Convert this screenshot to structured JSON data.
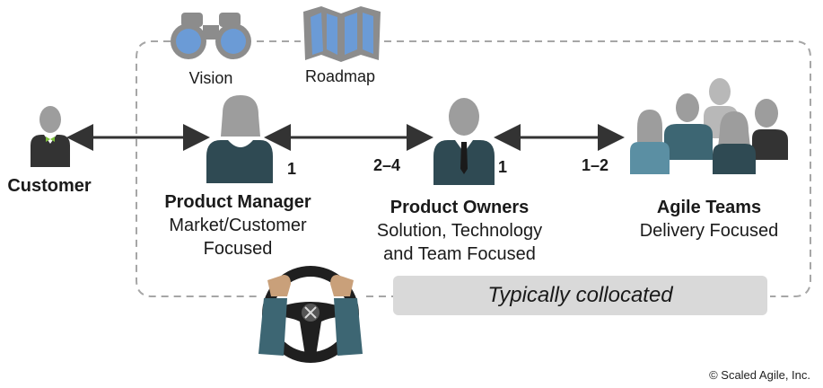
{
  "vision_label": "Vision",
  "roadmap_label": "Roadmap",
  "customer": {
    "label": "Customer"
  },
  "product_manager": {
    "title": "Product Manager",
    "line1": "Market/Customer",
    "line2": "Focused",
    "count": "1"
  },
  "product_owners": {
    "title": "Product Owners",
    "line1": "Solution, Technology",
    "line2": "and Team Focused",
    "count": "1",
    "ratio": "2–4"
  },
  "agile_teams": {
    "title": "Agile Teams",
    "line1": "Delivery Focused",
    "ratio": "1–2"
  },
  "collocated_label": "Typically collocated",
  "copyright": "© Scaled Agile, Inc.",
  "colors": {
    "person_head": "#9d9d9d",
    "dark_teal": "#2f4a53",
    "mid_teal": "#3d6673",
    "light_teal": "#5b8fa3",
    "light_gray": "#b8b8b8",
    "binocular_blue": "#6b9bd6",
    "collocated_bg": "#d9d9d9",
    "tie_green": "#7bbf3a"
  }
}
